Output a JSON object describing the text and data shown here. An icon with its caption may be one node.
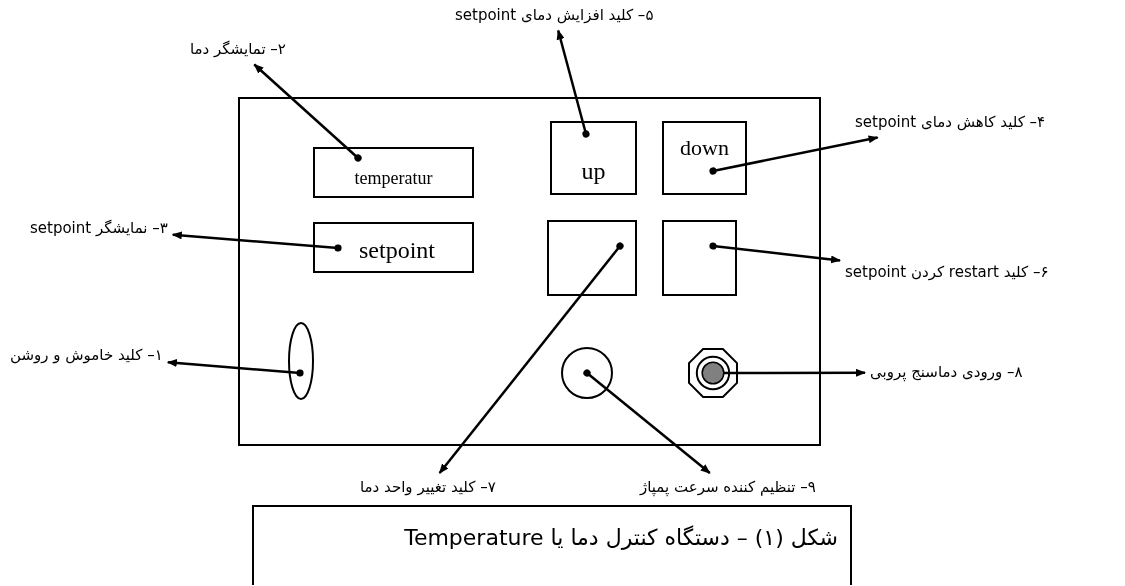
{
  "diagram": {
    "caption": "شکل (۱) – دستگاه کنترل دما یا Temperature",
    "nodes": [
      {
        "text": [],
        "shape": "box"
      },
      {
        "text": [
          "temperatur"
        ],
        "in": 0
      },
      {
        "text": [
          "setpoint"
        ],
        "in": 0
      },
      {
        "text": [
          "up"
        ],
        "in": 0
      },
      {
        "text": [
          "down"
        ],
        "in": 0
      },
      {
        "text": [],
        "shape": "box",
        "in": 0
      },
      {
        "text": [],
        "shape": "box",
        "in": 0
      },
      {
        "text": [],
        "shape": "ellipse",
        "in": 0
      },
      {
        "text": [],
        "shape": "circle",
        "in": 0
      },
      {
        "text": [],
        "shape": "octagon",
        "in": 0
      },
      {
        "text": [
          "۲– تمایشگر دما"
        ]
      },
      {
        "text": [
          "۵– کلید افزایش دمای setpoint"
        ]
      },
      {
        "text": [
          "۴– کلید کاهش دمای setpoint"
        ]
      },
      {
        "text": [
          "۳– نمایشگر setpoint"
        ]
      },
      {
        "text": [
          "۶– کلید restart کردن setpoint"
        ]
      },
      {
        "text": [
          "۱– کلید خاموش و روشن"
        ]
      },
      {
        "text": [
          "۸– ورودی دماسنج پروبی"
        ]
      },
      {
        "text": [
          "۷– کلید تغییر واحد دما"
        ]
      },
      {
        "text": [
          "۹– تنظیم کننده سرعت پمپاژ"
        ]
      }
    ],
    "edges": [
      {
        "from": 1,
        "to": 10,
        "arrow": "to"
      },
      {
        "from": 3,
        "to": 11,
        "arrow": "to"
      },
      {
        "from": 4,
        "to": 12,
        "arrow": "to"
      },
      {
        "from": 2,
        "to": 13,
        "arrow": "to"
      },
      {
        "from": 6,
        "to": 14,
        "arrow": "to"
      },
      {
        "from": 7,
        "to": 15,
        "arrow": "to"
      },
      {
        "from": 9,
        "to": 16,
        "arrow": "to"
      },
      {
        "from": 5,
        "to": 17,
        "arrow": "to"
      },
      {
        "from": 8,
        "to": 18,
        "arrow": "to"
      }
    ]
  }
}
